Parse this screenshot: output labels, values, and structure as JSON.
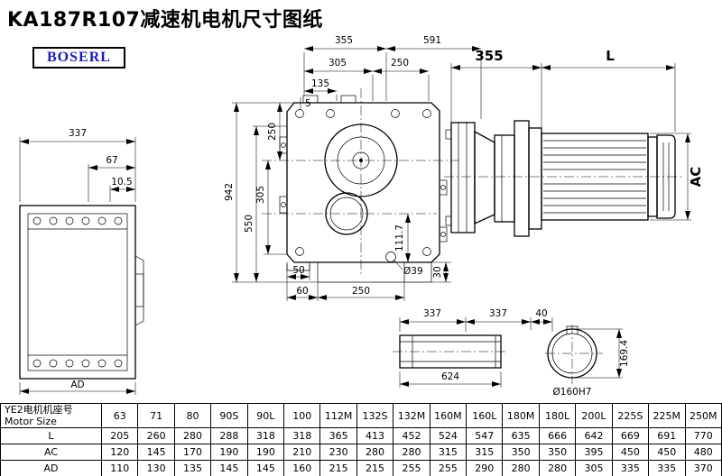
{
  "title": "KA187R107减速机电机尺寸图纸",
  "logo": "BOSERL",
  "colors": {
    "logo_text": "#1a1ab8",
    "line": "#000000"
  },
  "drawing": {
    "side_view": {
      "dim_width": "337",
      "dim_67": "67",
      "dim_10_5": "10.5",
      "dim_ad": "AD"
    },
    "front_view": {
      "dim_355": "355",
      "dim_591": "591",
      "dim_305_top": "305",
      "dim_250_top": "250",
      "dim_135": "135",
      "dim_5": "5",
      "dim_250_left": "250",
      "dim_305_left": "305",
      "dim_550": "550",
      "dim_942": "942",
      "dim_111_7": "111.7",
      "dim_50": "50",
      "dim_60": "60",
      "dim_250_bottom": "250",
      "dim_phi_39": "Ø39",
      "dim_30": "30"
    },
    "motor_view": {
      "dim_355": "355",
      "dim_l": "L",
      "dim_ac": "AC"
    },
    "shaft_view": {
      "dim_337_a": "337",
      "dim_337_b": "337",
      "dim_40": "40",
      "dim_624": "624"
    },
    "bore_view": {
      "dim_169_4": "169.4",
      "dim_bore": "Ø160H7"
    }
  },
  "table": {
    "header_label_cn": "YE2电机机座号",
    "header_label_en": "Motor Size",
    "sizes": [
      "63",
      "71",
      "80",
      "90S",
      "90L",
      "100",
      "112M",
      "132S",
      "132M",
      "160M",
      "160L",
      "180M",
      "180L",
      "200L",
      "225S",
      "225M",
      "250M"
    ],
    "rows": [
      {
        "label": "L",
        "values": [
          "205",
          "260",
          "280",
          "288",
          "318",
          "318",
          "365",
          "413",
          "452",
          "524",
          "547",
          "635",
          "666",
          "642",
          "669",
          "691",
          "770"
        ]
      },
      {
        "label": "AC",
        "values": [
          "120",
          "145",
          "170",
          "190",
          "190",
          "210",
          "230",
          "280",
          "280",
          "315",
          "315",
          "350",
          "350",
          "395",
          "450",
          "450",
          "480"
        ]
      },
      {
        "label": "AD",
        "values": [
          "110",
          "130",
          "135",
          "145",
          "145",
          "160",
          "215",
          "215",
          "255",
          "255",
          "290",
          "280",
          "280",
          "305",
          "335",
          "335",
          "370"
        ]
      }
    ]
  }
}
